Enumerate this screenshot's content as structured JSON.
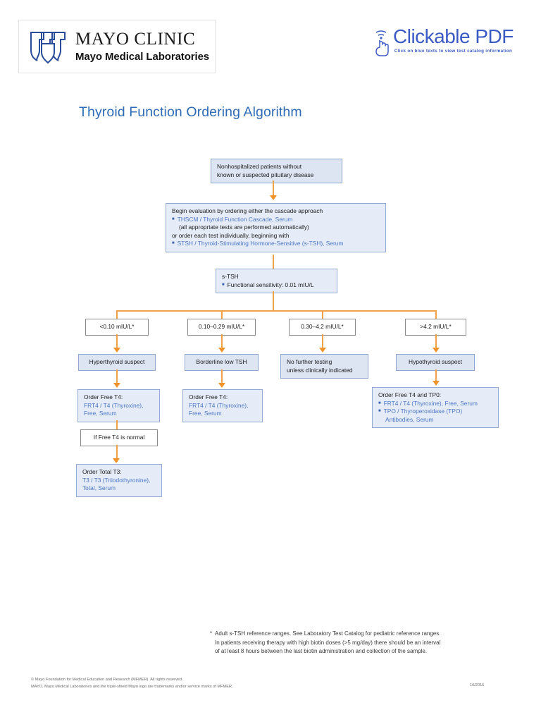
{
  "header": {
    "logo": {
      "icon": "mayo-triple-shield-logo",
      "title": "MAYO CLINIC",
      "subtitle": "Mayo Medical Laboratories"
    },
    "badge": {
      "icon": "clicking-hand-icon",
      "title": "Clickable PDF",
      "subtitle": "Click on blue texts to view test catalog information"
    }
  },
  "page_title": "Thyroid Function Ordering Algorithm",
  "colors": {
    "title_blue": "#2f6cb5",
    "link_blue": "#4a76c4",
    "connector_orange": "#f0a24b",
    "box_fill_blue": "#dde4f2",
    "box_border_blue": "#8fa6cf",
    "box_border_gray": "#8a8a8a"
  },
  "flow": {
    "start": {
      "line1": "Nonhospitalized patients without",
      "line2": "known or suspected pituitary disease"
    },
    "evaluation": {
      "line1": "Begin evaluation by ordering either the cascade approach",
      "bullet1": "THSCM / Thyroid Function Cascade, Serum",
      "note1": "(all appropriate tests are performed automatically)",
      "line2": "or order each test individually, beginning with",
      "bullet2": "STSH / Thyroid-Stimulating Hormone-Sensitive (s-TSH), Serum"
    },
    "stsh": {
      "title": "s-TSH",
      "bullet": "Functional sensitivity: 0.01 mIU/L"
    },
    "ranges": [
      {
        "label": "<0.10 mIU/L*"
      },
      {
        "label": "0.10–0.29 mIU/L*"
      },
      {
        "label": "0.30–4.2 mIU/L*"
      },
      {
        "label": ">4.2 mIU/L*"
      }
    ],
    "outcomes": [
      {
        "line1": "Hyperthyroid suspect",
        "line2": ""
      },
      {
        "line1": "Borderline low TSH",
        "line2": ""
      },
      {
        "line1": "No further testing",
        "line2": "unless clinically indicated"
      },
      {
        "line1": "Hypothyroid suspect",
        "line2": ""
      }
    ],
    "order_ft4_left": {
      "title": "Order Free T4:",
      "link_line1": "FRT4 / T4 (Thyroxine),",
      "link_line2": "Free, Serum"
    },
    "order_ft4_mid": {
      "title": "Order Free T4:",
      "link_line1": "FRT4 / T4 (Thyroxine),",
      "link_line2": "Free, Serum"
    },
    "order_ft4_tpo": {
      "title": "Order Free T4 and TP0:",
      "bullet1": "FRT4 / T4 (Thyroxine), Free, Serum",
      "bullet2_line1": "TPO / Thyroperoxidase (TPO)",
      "bullet2_line2": "Antibodies, Serum"
    },
    "condition": {
      "label": "If Free T4 is normal"
    },
    "order_t3": {
      "title": "Order Total T3:",
      "link_line1": "T3 / T3 (Triiodothyronine),",
      "link_line2": "Total, Serum"
    }
  },
  "footnote": {
    "marker": "*",
    "line1": "Adult s-TSH reference ranges. See Laboratory Test Catalog for pediatric reference ranges.",
    "line2": "In patients receiving therapy with high biotin doses (>5 mg/day) there should be an interval",
    "line3": "of at least 8 hours between the last biotin administration and collection of  the sample."
  },
  "footer": {
    "copyright_line1": "© Mayo Foundation for Medical Education and Research (MFMER). All rights reserved.",
    "copyright_line2": "MAYO, Mayo Medical Laboratories and the triple-shield Mayo logo are trademarks and/or service marks of MFMER.",
    "date": "10/2016"
  }
}
